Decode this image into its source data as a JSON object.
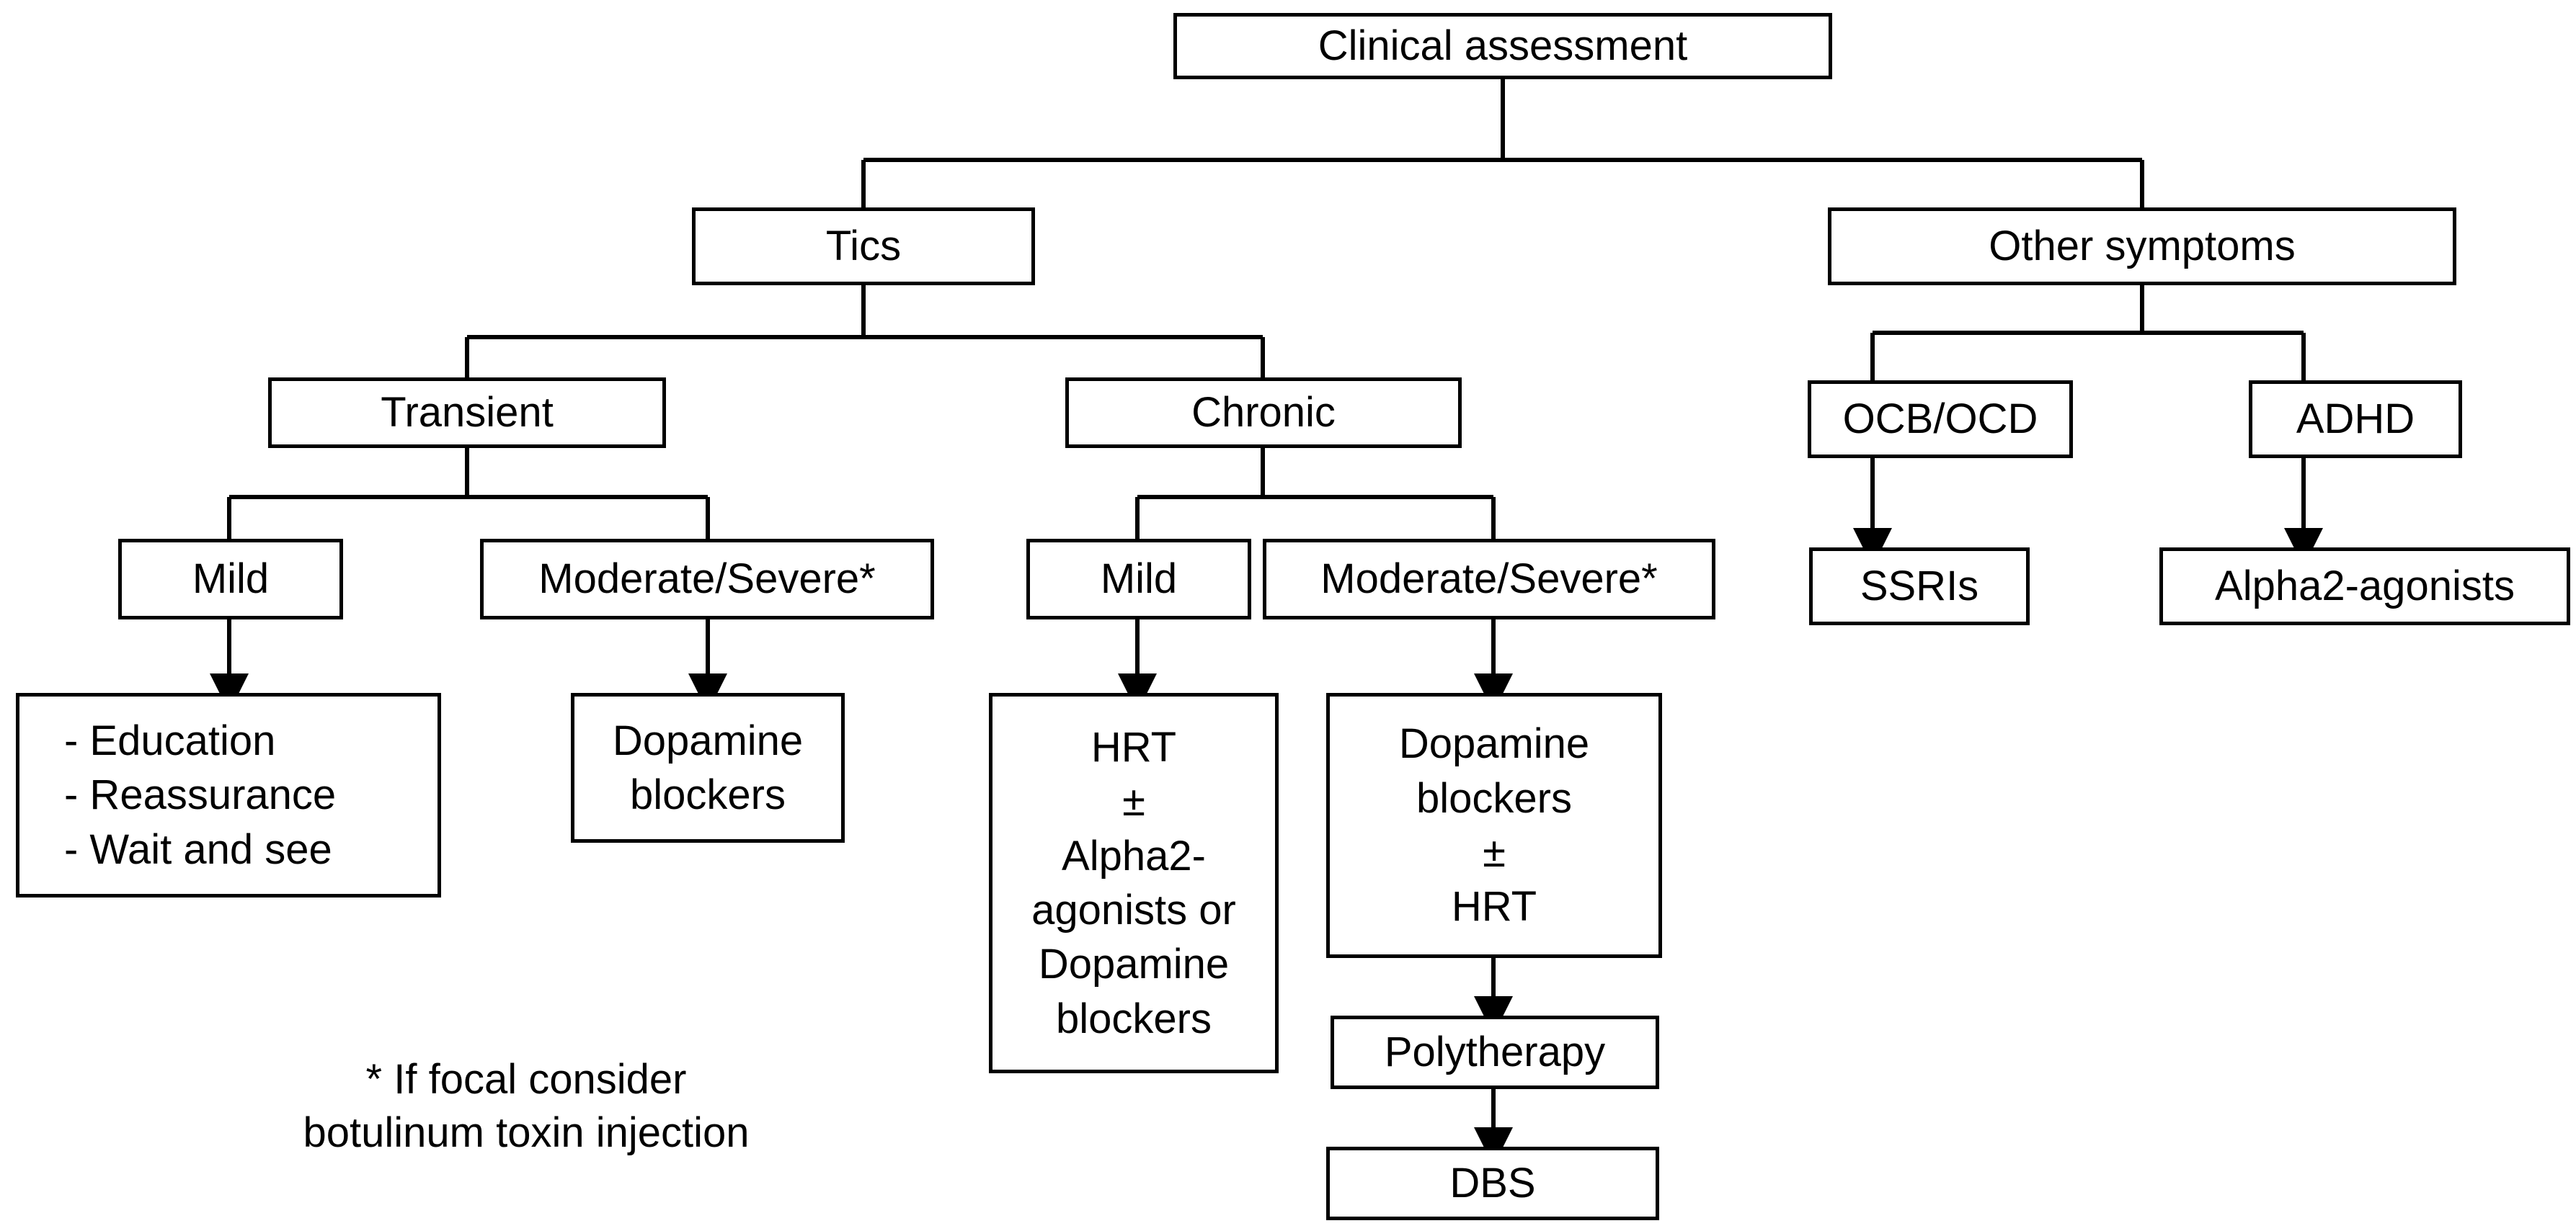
{
  "diagram": {
    "title": "Clinical assessment treatment algorithm",
    "stroke_color": "#000000",
    "background_color": "#ffffff",
    "nodes": {
      "clinical_assessment": {
        "label": "Clinical assessment"
      },
      "tics": {
        "label": "Tics"
      },
      "other_symptoms": {
        "label": "Other symptoms"
      },
      "transient": {
        "label": "Transient"
      },
      "chronic": {
        "label": "Chronic"
      },
      "ocb_ocd": {
        "label": "OCB/OCD"
      },
      "adhd": {
        "label": "ADHD"
      },
      "transient_mild": {
        "label": "Mild"
      },
      "transient_moderate_severe": {
        "label": "Moderate/Severe*"
      },
      "chronic_mild": {
        "label": "Mild"
      },
      "chronic_moderate_severe": {
        "label": "Moderate/Severe*"
      },
      "ssris": {
        "label": "SSRIs"
      },
      "alpha2_agonists": {
        "label": "Alpha2-agonists"
      },
      "education_box": {
        "lines": [
          "- Education",
          "- Reassurance",
          "- Wait and see"
        ]
      },
      "dopamine_blockers_transient": {
        "lines": [
          "Dopamine",
          "blockers"
        ]
      },
      "hrt_combo": {
        "lines": [
          "HRT",
          "±",
          "Alpha2-",
          "agonists or",
          "Dopamine",
          "blockers"
        ]
      },
      "dopamine_blockers_hrt": {
        "lines": [
          "Dopamine",
          "blockers",
          "±",
          "HRT"
        ]
      },
      "polytherapy": {
        "label": "Polytherapy"
      },
      "dbs": {
        "label": "DBS"
      }
    },
    "footnote": {
      "text": "* If focal consider\nbotulinum toxin injection"
    }
  }
}
